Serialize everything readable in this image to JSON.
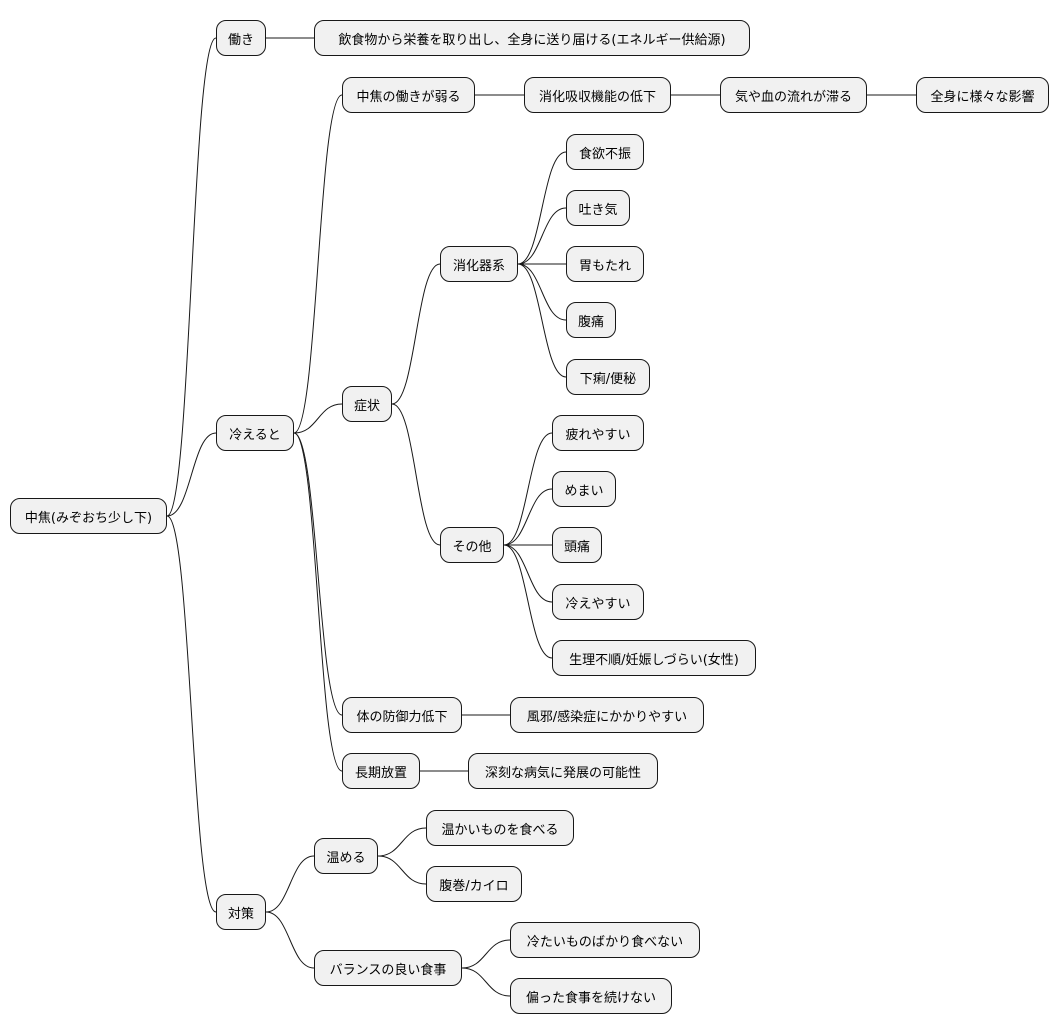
{
  "colors": {
    "node_fill": "#f1f1f1",
    "node_border": "#181818",
    "edge": "#181818",
    "text": "#000000",
    "background": "#ffffff"
  },
  "mindmap": {
    "root": {
      "label": "中焦(みぞおち少し下)"
    },
    "b1": {
      "label": "働き",
      "c1": {
        "label": "飲食物から栄養を取り出し、全身に送り届ける(エネルギー供給源)"
      }
    },
    "b2": {
      "label": "冷えると",
      "c1": {
        "label": "中焦の働きが弱る",
        "d1": {
          "label": "消化吸収機能の低下",
          "e1": {
            "label": "気や血の流れが滞る",
            "f1": {
              "label": "全身に様々な影響"
            }
          }
        }
      },
      "c2": {
        "label": "症状",
        "d1": {
          "label": "消化器系",
          "e1": {
            "label": "食欲不振"
          },
          "e2": {
            "label": "吐き気"
          },
          "e3": {
            "label": "胃もたれ"
          },
          "e4": {
            "label": "腹痛"
          },
          "e5": {
            "label": "下痢/便秘"
          }
        },
        "d2": {
          "label": "その他",
          "e1": {
            "label": "疲れやすい"
          },
          "e2": {
            "label": "めまい"
          },
          "e3": {
            "label": "頭痛"
          },
          "e4": {
            "label": "冷えやすい"
          },
          "e5": {
            "label": "生理不順/妊娠しづらい(女性)"
          }
        }
      },
      "c3": {
        "label": "体の防御力低下",
        "d1": {
          "label": "風邪/感染症にかかりやすい"
        }
      },
      "c4": {
        "label": "長期放置",
        "d1": {
          "label": "深刻な病気に発展の可能性"
        }
      }
    },
    "b3": {
      "label": "対策",
      "c1": {
        "label": "温める",
        "d1": {
          "label": "温かいものを食べる"
        },
        "d2": {
          "label": "腹巻/カイロ"
        }
      },
      "c2": {
        "label": "バランスの良い食事",
        "d1": {
          "label": "冷たいものばかり食べない"
        },
        "d2": {
          "label": "偏った食事を続けない"
        }
      }
    }
  }
}
